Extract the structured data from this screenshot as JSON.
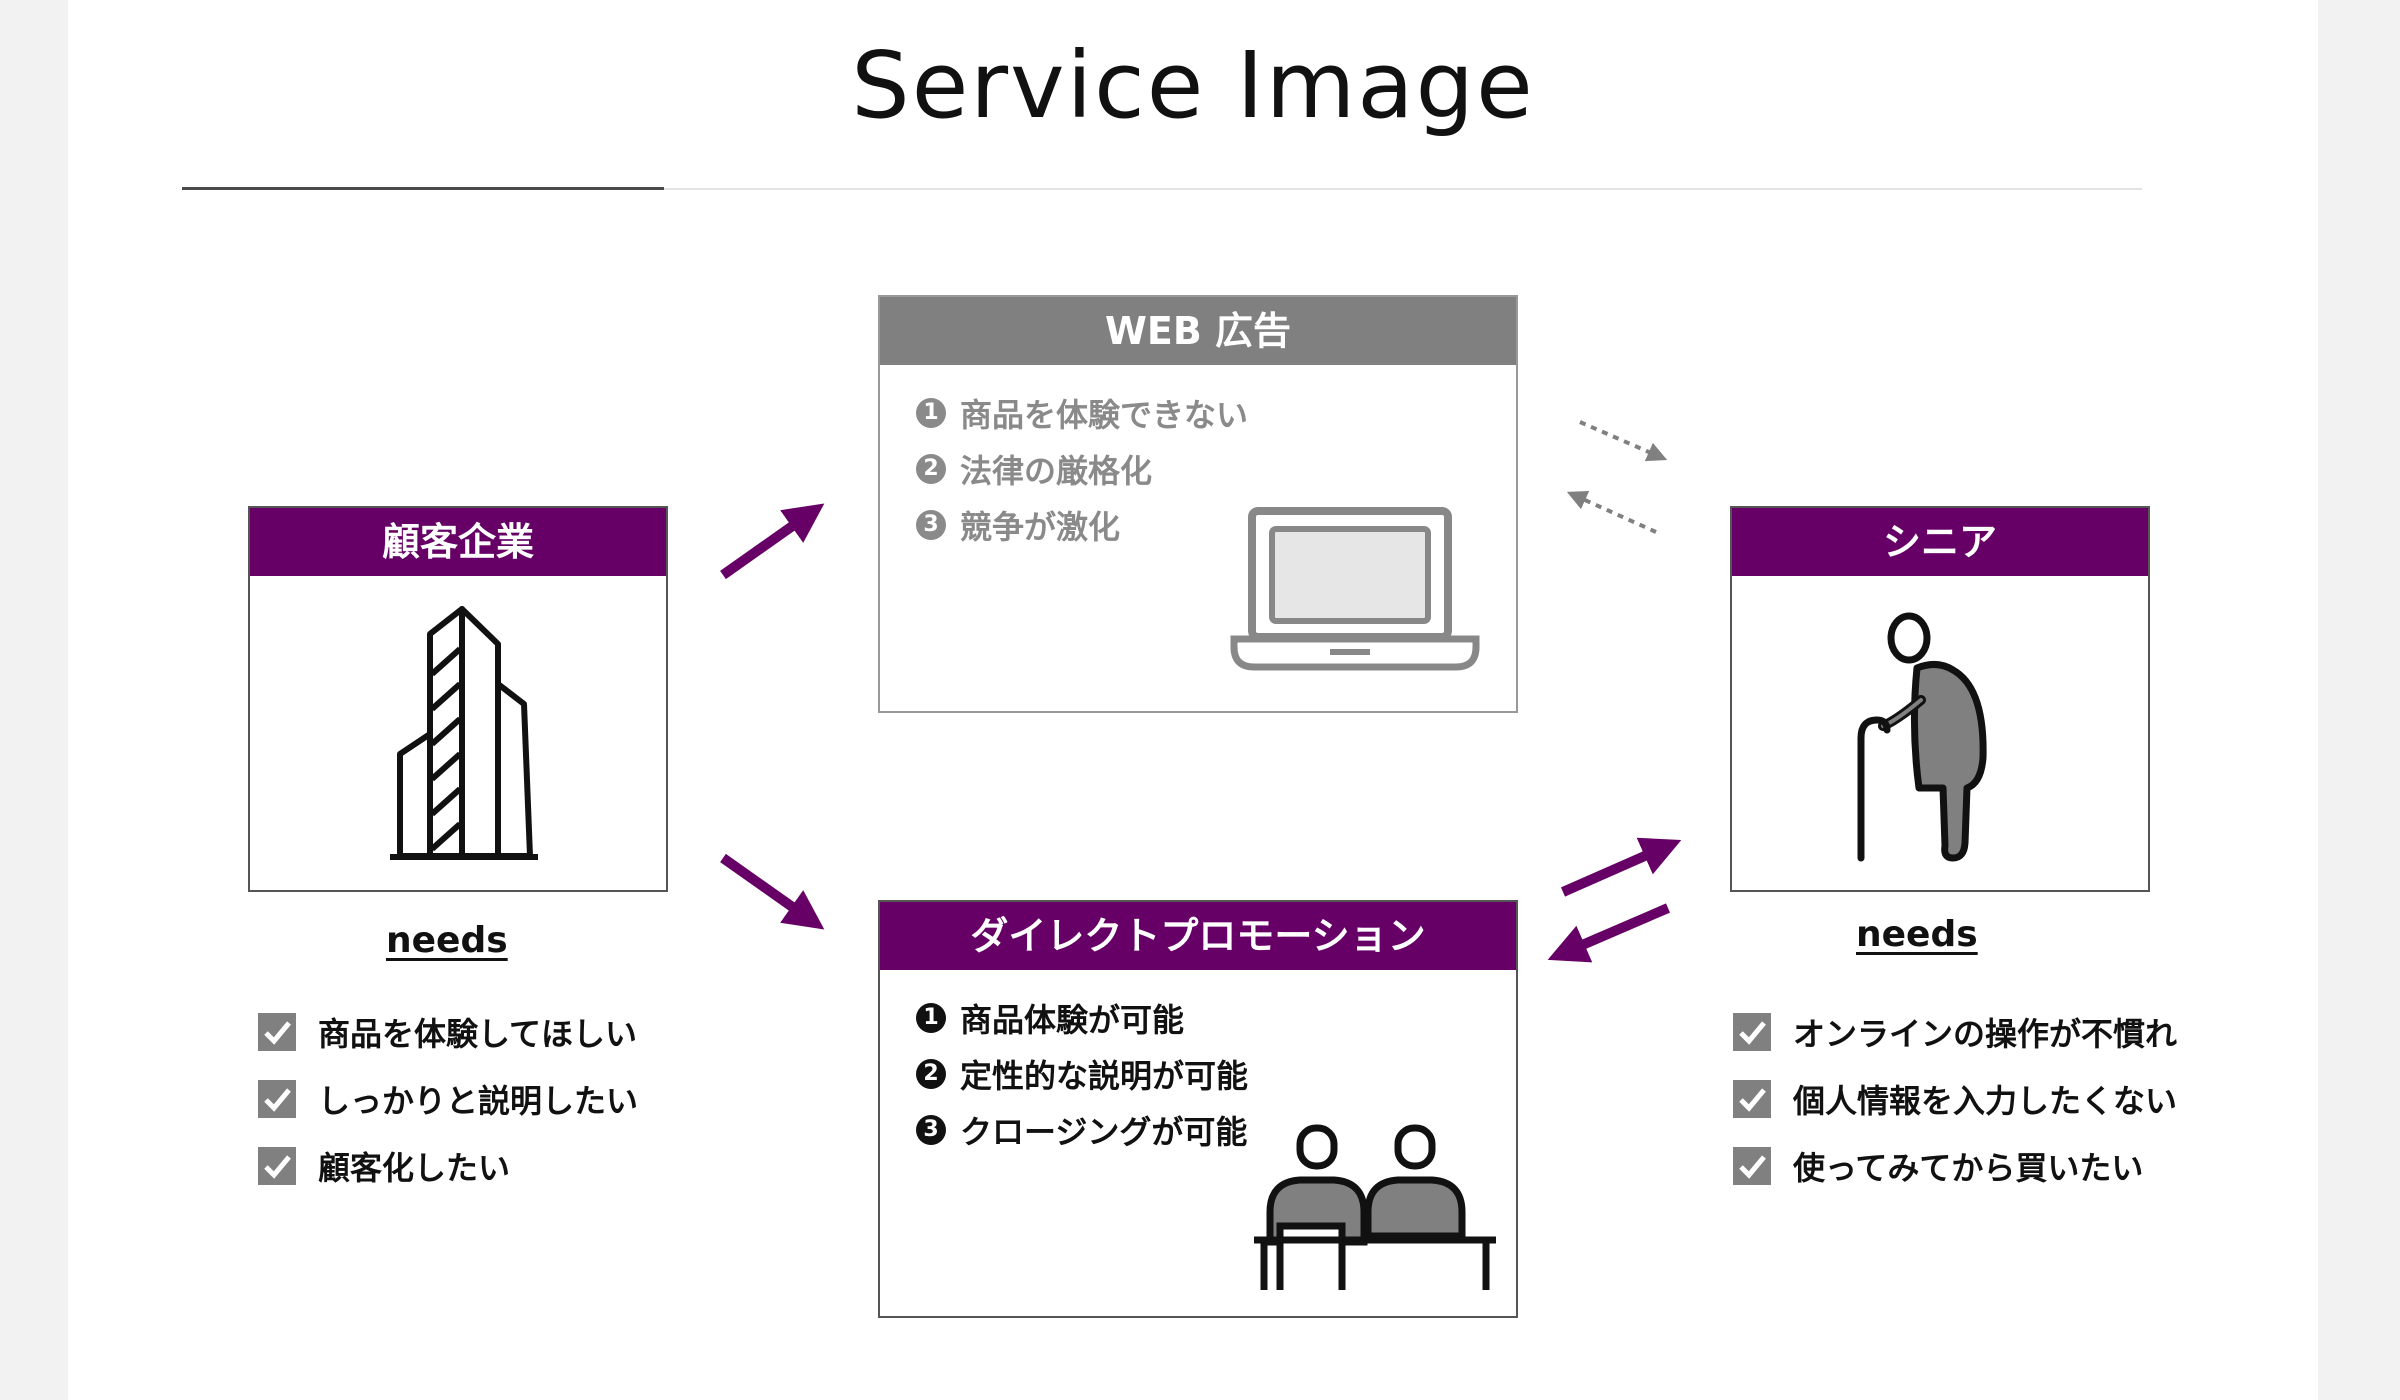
{
  "title": "Service Image",
  "client": {
    "header": "顧客企業",
    "needs_title": "needs",
    "needs": [
      "商品を体験してほしい",
      "しっかりと説明したい",
      "顧客化したい"
    ]
  },
  "web_ad": {
    "header": "WEB 広告",
    "items": [
      {
        "num": "1",
        "text": "商品を体験できない"
      },
      {
        "num": "2",
        "text": "法律の厳格化"
      },
      {
        "num": "3",
        "text": "競争が激化"
      }
    ]
  },
  "direct_promo": {
    "header": "ダイレクトプロモーション",
    "items": [
      {
        "num": "1",
        "text": "商品体験が可能"
      },
      {
        "num": "2",
        "text": "定性的な説明が可能"
      },
      {
        "num": "3",
        "text": "クロージングが可能"
      }
    ]
  },
  "senior": {
    "header": "シニア",
    "needs_title": "needs",
    "needs": [
      "オンラインの操作が不慣れ",
      "個人情報を入力したくない",
      "使ってみてから買いたい"
    ]
  },
  "icons": {
    "client": "office-building-icon",
    "web_ad": "laptop-icon",
    "direct_promo": "face-to-face-meeting-icon",
    "senior": "elderly-person-with-cane-icon",
    "check": "checkbox-checked-icon",
    "arrow": "arrow-icon"
  },
  "colors": {
    "accent": "#660066",
    "grey_header": "#808080",
    "muted_text": "#8a8a8a",
    "text": "#111111"
  }
}
